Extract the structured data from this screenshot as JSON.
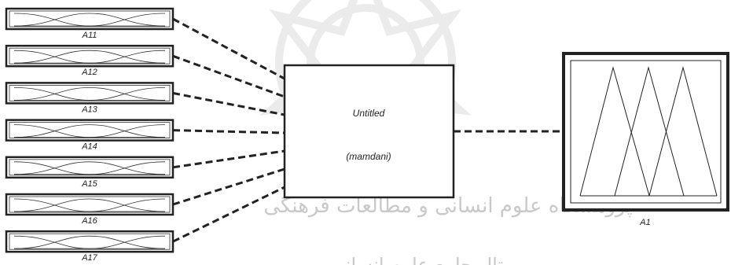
{
  "diagram": {
    "inputs": [
      {
        "label": "A11"
      },
      {
        "label": "A12"
      },
      {
        "label": "A13"
      },
      {
        "label": "A14"
      },
      {
        "label": "A15"
      },
      {
        "label": "A16"
      },
      {
        "label": "A17"
      }
    ],
    "system": {
      "name": "Untitled",
      "type": "(mamdani)"
    },
    "output": {
      "label": "A1"
    }
  },
  "watermark": {
    "line1": "پژوهشگاه علوم انسانی و مطالعات فرهنگی",
    "line2": "پرتال جامع علوم انسانی"
  },
  "colors": {
    "line": "#222222",
    "watermark": "#d0d0d0"
  }
}
